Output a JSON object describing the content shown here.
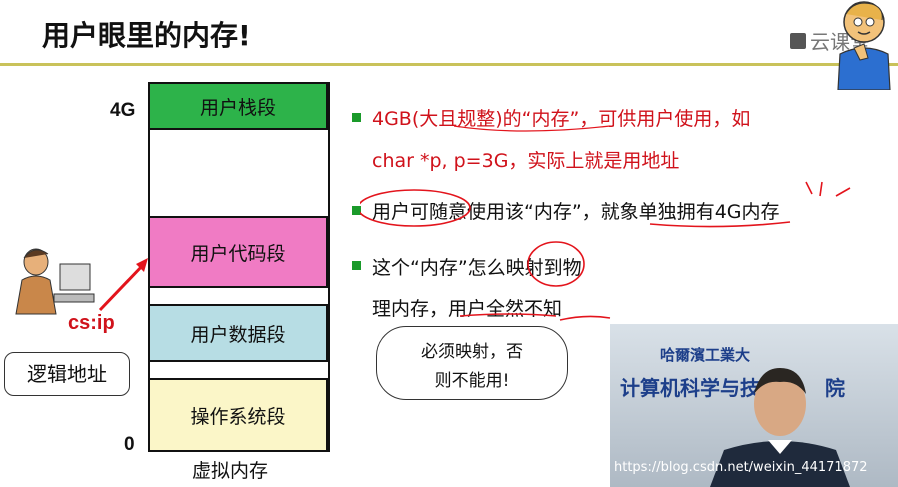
{
  "slide": {
    "title": "用户眼里的内存!",
    "logo_text": "云课堂"
  },
  "memory_diagram": {
    "top_label": "4G",
    "bottom_label": "0",
    "caption": "虚拟内存",
    "segments": {
      "stack": "用户栈段",
      "code": "用户代码段",
      "data": "用户数据段",
      "os": "操作系统段"
    },
    "colors": {
      "stack": "#2db34a",
      "code": "#f07bc4",
      "data": "#b7dde4",
      "os": "#fbf6c8"
    },
    "pointer_label": "cs:ip",
    "logical_address_label": "逻辑地址"
  },
  "bullets": [
    {
      "line1": "4GB(大且规整)的“内存”，可供用户使用，如",
      "line2": "char *p, p=3G，实际上就是用地址"
    },
    {
      "line1": "用户可随意使用该“内存”，就象单独拥有4G内存"
    },
    {
      "line1": "这个“内存”怎么映射到物",
      "line2": "理内存，用户全然不知"
    }
  ],
  "callout": {
    "line1": "必须映射，否",
    "line2": "则不能用!"
  },
  "video": {
    "sign_line1": "哈爾濱工業大",
    "sign_line2": "计算机科学与技",
    "sign_line2_end": "院",
    "watermark": "https://blog.csdn.net/weixin_44171872"
  }
}
